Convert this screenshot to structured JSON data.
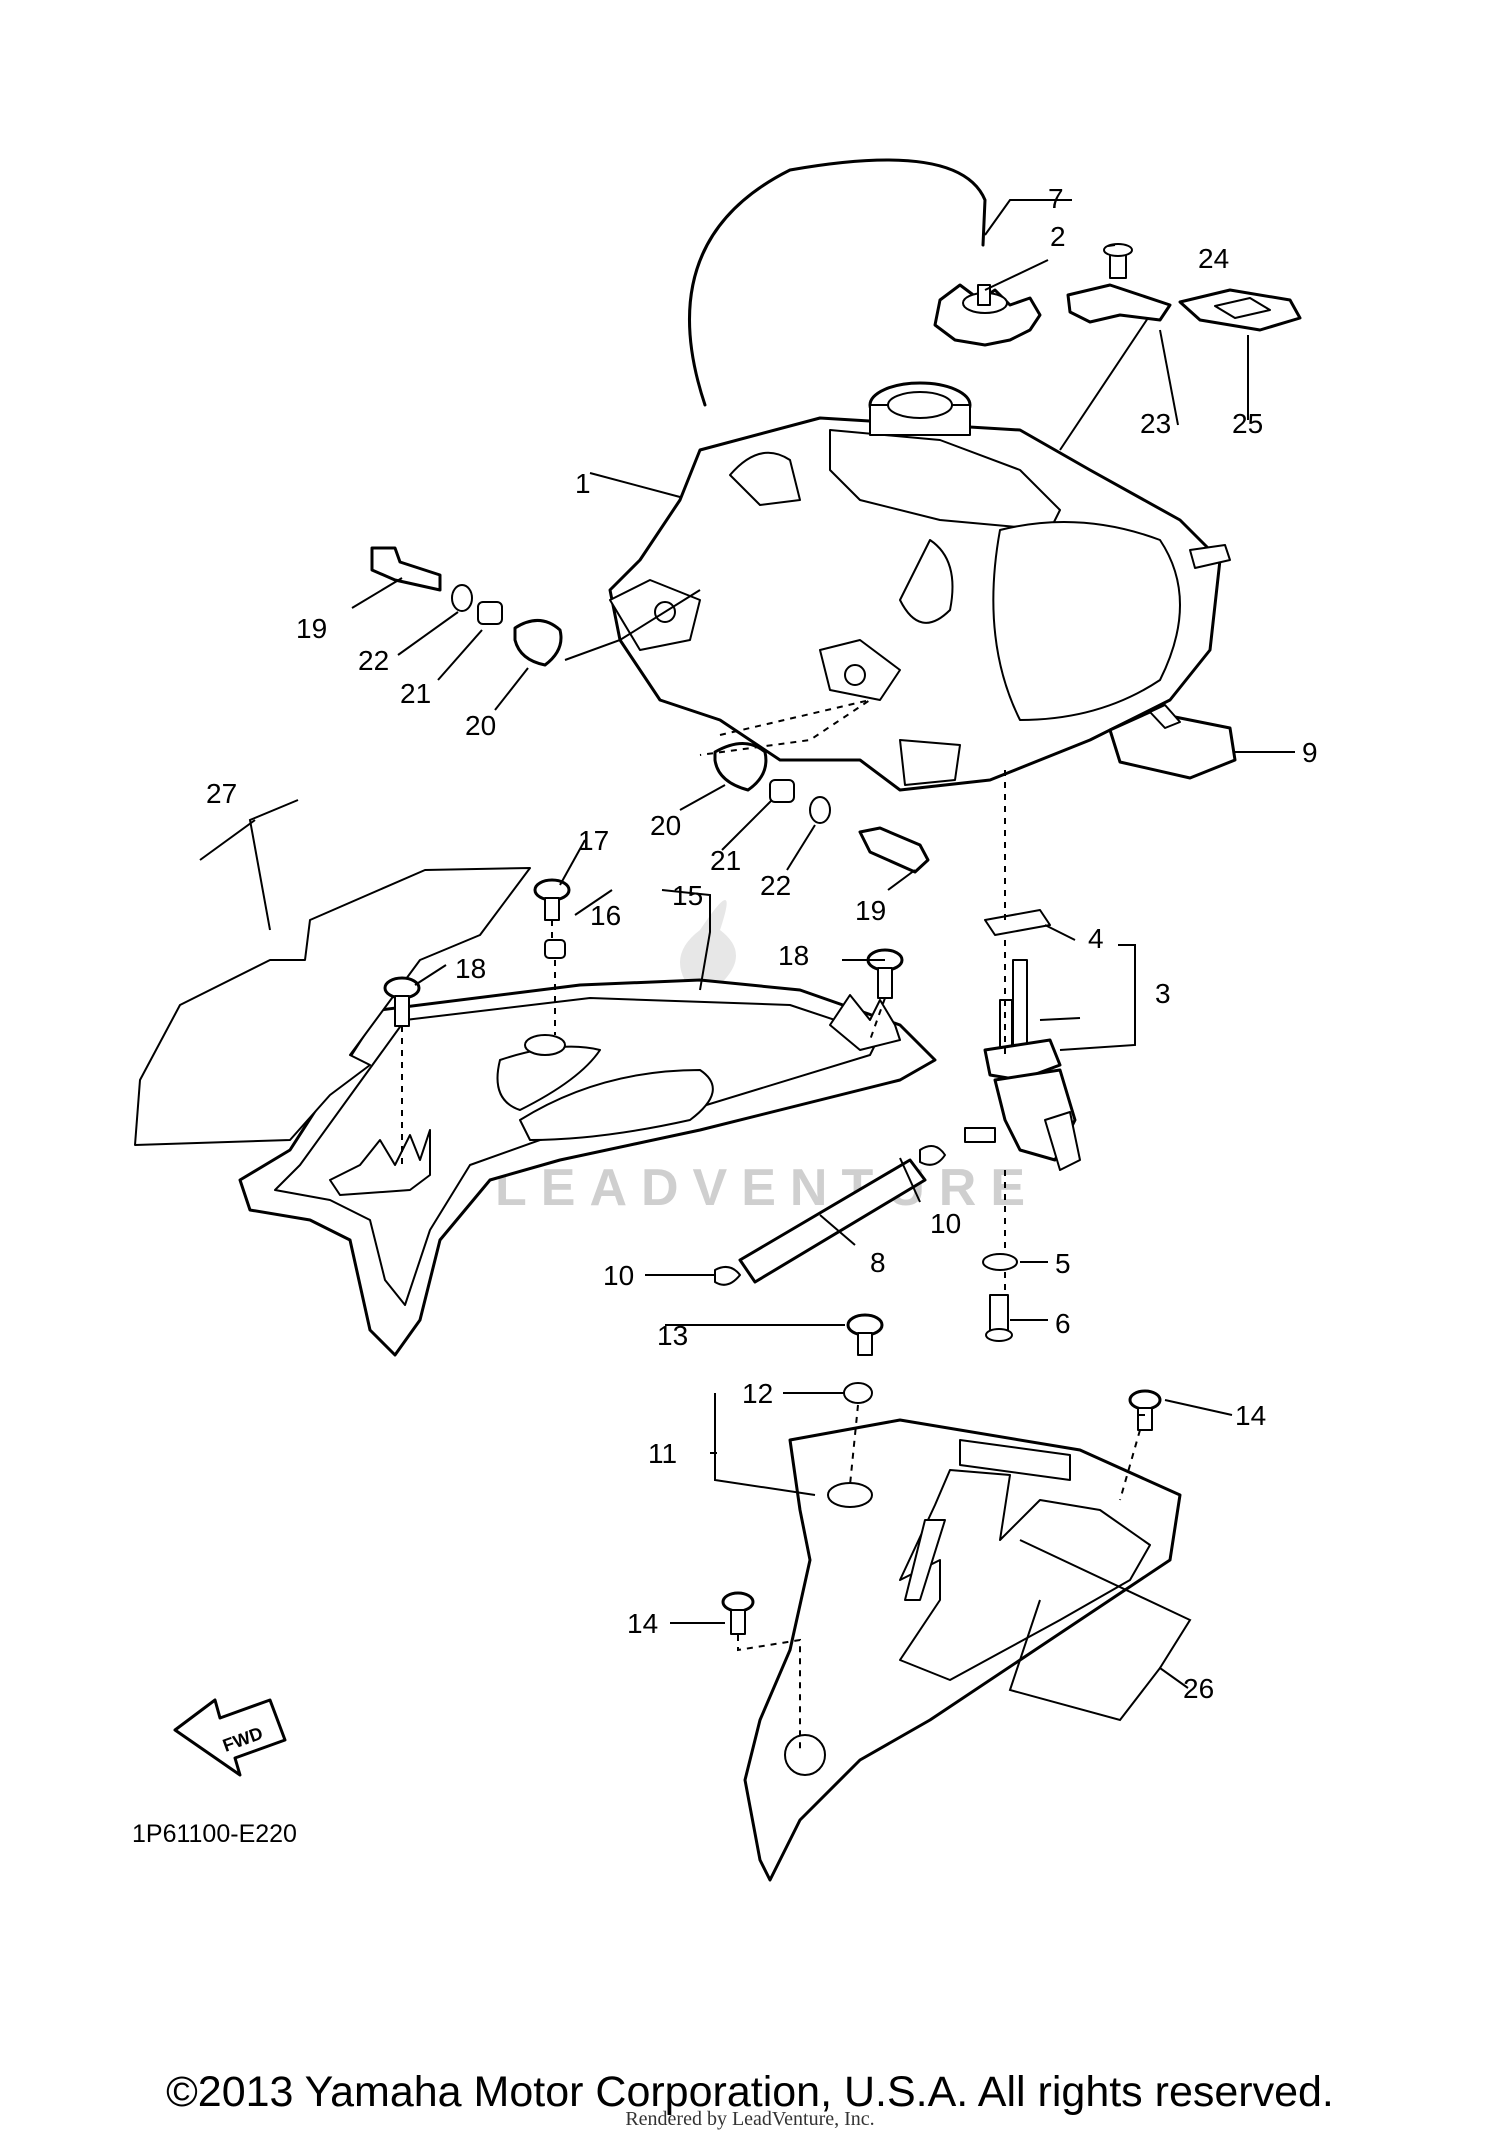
{
  "watermark": "LEADVENTURE",
  "diagram_code": "1P61100-E220",
  "fwd_label": "FWD",
  "copyright": "©2013 Yamaha Motor Corporation, U.S.A. All rights reserved.",
  "rendered_by": "Rendered by LeadVenture, Inc.",
  "callouts": [
    "1",
    "2",
    "3",
    "4",
    "5",
    "6",
    "7",
    "8",
    "9",
    "10",
    "10",
    "11",
    "12",
    "13",
    "14",
    "14",
    "15",
    "16",
    "17",
    "18",
    "18",
    "19",
    "19",
    "20",
    "20",
    "21",
    "21",
    "22",
    "22",
    "23",
    "24",
    "25",
    "26",
    "27"
  ]
}
